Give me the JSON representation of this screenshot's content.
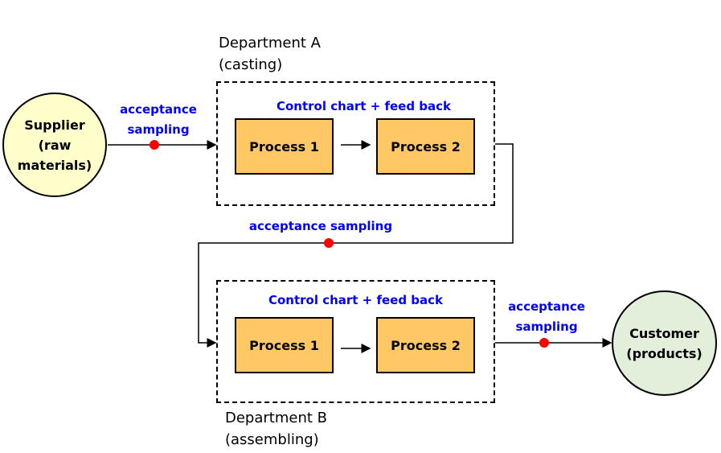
{
  "departments": {
    "a": {
      "name": "Department A",
      "subtitle": "(casting)",
      "feedback_label": "Control chart + feed back",
      "process1": "Process 1",
      "process2": "Process 2"
    },
    "b": {
      "name": "Department B",
      "subtitle": "(assembling)",
      "feedback_label": "Control chart + feed back",
      "process1": "Process 1",
      "process2": "Process 2"
    }
  },
  "supplier": {
    "line1": "Supplier",
    "line2": "(raw",
    "line3": "materials)"
  },
  "customer": {
    "line1": "Customer",
    "line2": "(products)"
  },
  "sampling": {
    "supplier_line1": "acceptance",
    "supplier_line2": "sampling",
    "middle": "acceptance sampling",
    "customer_line1": "acceptance",
    "customer_line2": "sampling"
  },
  "colors": {
    "supplier_fill": "#ffffcc",
    "customer_fill": "#e2efda",
    "process_fill": "#ffc865",
    "label_blue": "#0000ff",
    "sampling_point": "#ff0000"
  }
}
